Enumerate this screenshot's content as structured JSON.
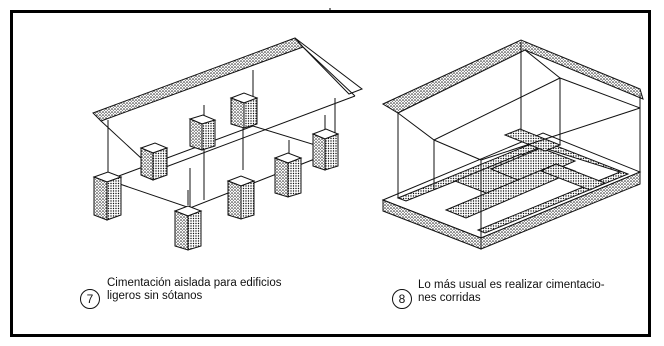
{
  "figures": [
    {
      "number": "7",
      "caption_line1": "Cimentación aislada para edificios",
      "caption_line2": "ligeros sin sótanos"
    },
    {
      "number": "8",
      "caption_line1": "Lo más usual es realizar cimentacio-",
      "caption_line2": "nes corridas"
    }
  ],
  "colors": {
    "line": "#111111",
    "border": "#000000"
  }
}
